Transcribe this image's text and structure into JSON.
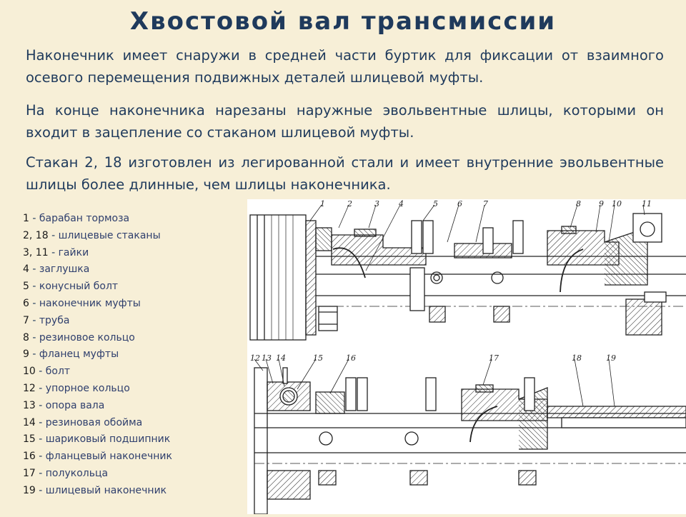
{
  "title": "Хвостовой вал трансмиссии",
  "paragraphs": [
    "Наконечник имеет снаружи в средней части буртик для фиксации от взаимного осевого перемещения подвижных деталей шлицевой муфты.",
    "На конце наконечника нарезаны наружные эвольвентные шлицы, которыми он входит в зацепление со стаканом шлицевой муфты.",
    {
      "a": "Стакан ",
      "n1": "2",
      "b": ", ",
      "n2": "18",
      "c": " изготовлен из легированной стали и имеет внутренние эвольвентные шлицы более длинные, чем шлицы наконечника."
    }
  ],
  "legend": [
    {
      "n": "1",
      "t": "барабан тормоза"
    },
    {
      "n": "2, 18",
      "t": "шлицевые стаканы"
    },
    {
      "n": "3, 11",
      "t": "гайки"
    },
    {
      "n": "4",
      "t": "заглушка"
    },
    {
      "n": "5",
      "t": "конусный болт"
    },
    {
      "n": "6",
      "t": "наконечник муфты"
    },
    {
      "n": "7",
      "t": "труба"
    },
    {
      "n": "8",
      "t": "резиновое кольцо"
    },
    {
      "n": "9",
      "t": "фланец муфты"
    },
    {
      "n": "10",
      "t": "болт"
    },
    {
      "n": "12",
      "t": "упорное кольцо"
    },
    {
      "n": "13",
      "t": "опора вала"
    },
    {
      "n": "14",
      "t": "резиновая обойма"
    },
    {
      "n": "15",
      "t": "шариковый подшипник"
    },
    {
      "n": "16",
      "t": "фланцевый наконечник"
    },
    {
      "n": "17",
      "t": "полукольца"
    },
    {
      "n": "19",
      "t": "шлицевый наконечник"
    }
  ],
  "legend_separator": " - ",
  "callouts_top": [
    "1",
    "2",
    "3",
    "4",
    "5",
    "6",
    "7",
    "8",
    "9",
    "10",
    "11"
  ],
  "callouts_bottom": [
    "12",
    "13",
    "14",
    "15",
    "16",
    "17",
    "18",
    "19"
  ],
  "colors": {
    "background": "#f7efd7",
    "text": "#1f3a5c",
    "drawing_bg": "#ffffff",
    "ink": "#222222"
  }
}
